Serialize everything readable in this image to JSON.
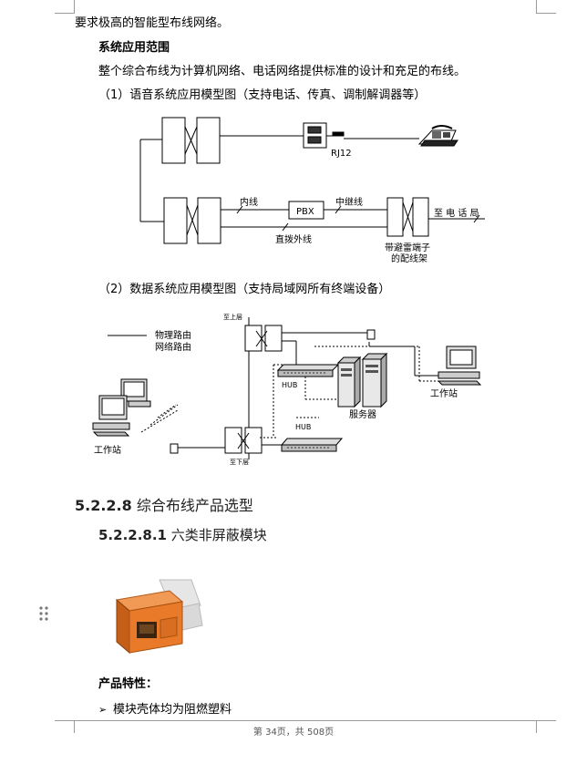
{
  "page": {
    "top_line": "要求极高的智能型布线网络。",
    "section_title": "系统应用范围",
    "intro": "整个综合布线为计算机网络、电话网络提供标准的设计和充足的布线。",
    "voice_caption": "（1）语音系统应用模型图（支持电话、传真、调制解调器等）",
    "data_caption": "（2）数据系统应用模型图（支持局域网所有终端设备）",
    "heading_num": "5.2.2.8",
    "heading_text": "综合布线产品选型",
    "subheading_num": "5.2.2.8.1",
    "subheading_text": "六类非屏蔽模块",
    "features_title": "产品特性：",
    "bullet_1": "模块壳体均为阻燃塑料",
    "footer": "第 34页，共 508页"
  },
  "voice_diagram": {
    "rj12": "RJ12",
    "inner_line": "内线",
    "pbx": "PBX",
    "trunk": "中继线",
    "to_office": "至 电 话 局",
    "direct_line": "直拨外线",
    "lightning_1": "带避雷端子",
    "lightning_2": "的配线架"
  },
  "data_diagram": {
    "legend_physical": "物理路由",
    "legend_network": "网络路由",
    "to_upper": "至上层",
    "to_lower": "至下层",
    "hub_1": "HUB",
    "hub_2": "HUB",
    "servers": "服务器",
    "workstation_left": "工作站",
    "workstation_right": "工作站"
  },
  "colors": {
    "accent_orange": "#e87a2a",
    "text": "#000000",
    "footer": "#555555"
  }
}
